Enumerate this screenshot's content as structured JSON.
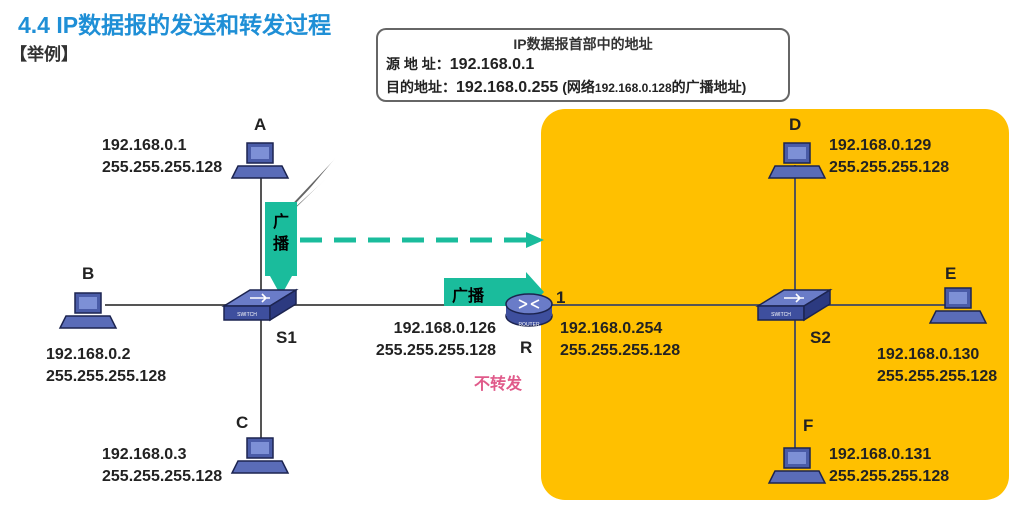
{
  "title": "4.4  IP数据报的发送和转发过程",
  "subtitle": "【举例】",
  "header_box": {
    "title": "IP数据报首部中的地址",
    "src_label": "源 地 址：",
    "src_value": "192.168.0.1",
    "dst_label": "目的地址：",
    "dst_value": "192.168.0.255",
    "dst_note_prefix": " (网络",
    "dst_note_net": "192.168.0.128",
    "dst_note_suffix": "的广播地址)"
  },
  "hosts": {
    "A": {
      "letter": "A",
      "ip": "192.168.0.1",
      "mask": "255.255.255.128"
    },
    "B": {
      "letter": "B",
      "ip": "192.168.0.2",
      "mask": "255.255.255.128"
    },
    "C": {
      "letter": "C",
      "ip": "192.168.0.3",
      "mask": "255.255.255.128"
    },
    "D": {
      "letter": "D",
      "ip": "192.168.0.129",
      "mask": "255.255.255.128"
    },
    "E": {
      "letter": "E",
      "ip": "192.168.0.130",
      "mask": "255.255.255.128"
    },
    "F": {
      "letter": "F",
      "ip": "192.168.0.131",
      "mask": "255.255.255.128"
    }
  },
  "switches": {
    "S1": {
      "label": "S1",
      "device_text": "SWITCH"
    },
    "S2": {
      "label": "S2",
      "device_text": "SWITCH"
    }
  },
  "router": {
    "label": "R",
    "device_text": "ROUTER",
    "port0_ip": "192.168.0.126",
    "port0_mask": "255.255.255.128",
    "port1_label": "1",
    "port1_ip": "192.168.0.254",
    "port1_mask": "255.255.255.128"
  },
  "broadcast_label": "广播",
  "broadcast_vertical_1": "广",
  "broadcast_vertical_2": "播",
  "not_forward": "不转发",
  "colors": {
    "title": "#1f8fd6",
    "broadcast": "#1abc9c",
    "yellow": "#ffc000",
    "not_forward": "#e05a8a"
  }
}
